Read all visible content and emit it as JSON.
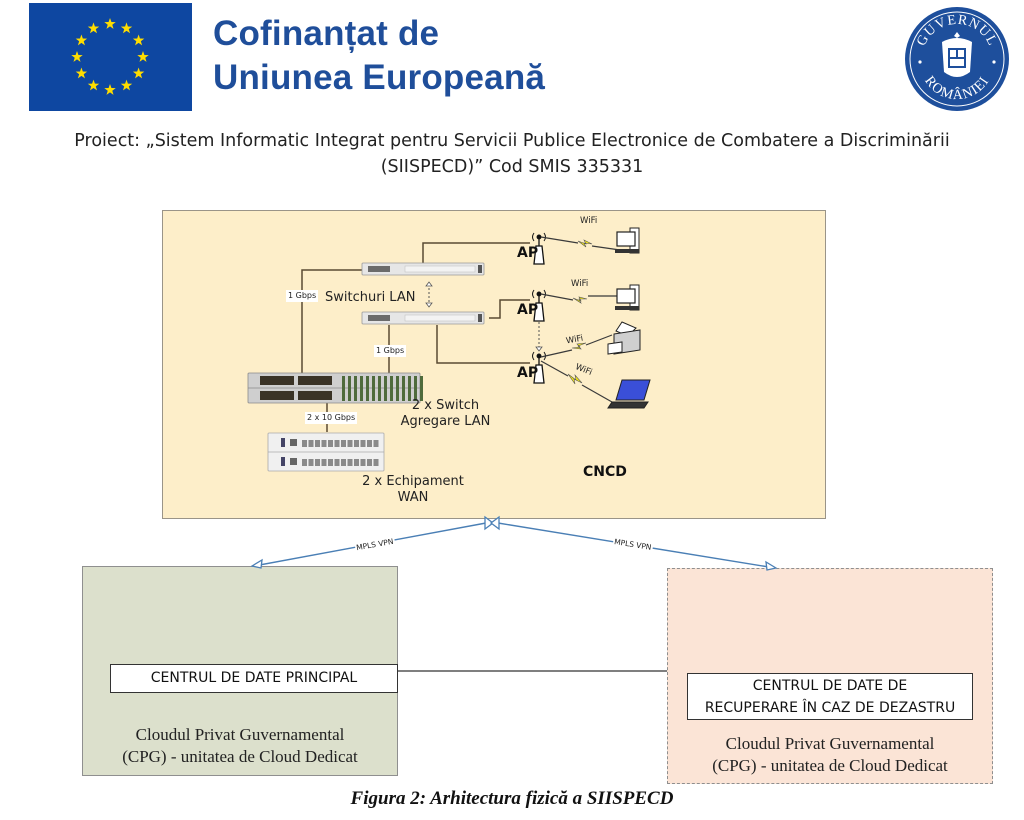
{
  "header": {
    "eu_logo": {
      "icon": "eu-flag-icon",
      "colors": {
        "background": "#0e47a1",
        "stars": "#ffdd00"
      }
    },
    "cofinanced_line1": "Cofinanțat de",
    "cofinanced_line2": "Uniunea Europeană",
    "gov_logo": {
      "icon": "romanian-government-seal-icon",
      "text_top": "GUVERNUL",
      "text_bottom": "ROMÂNIEI",
      "color": "#1e4f9c"
    },
    "project_line1": "Proiect: „Sistem Informatic Integrat pentru Servicii Publice Electronice de Combatere a Discriminării",
    "project_line2": "(SIISPECD)” Cod SMIS 335331"
  },
  "diagram": {
    "cncd": {
      "label": "CNCD",
      "lan_switches_label": "Switchuri LAN",
      "aggregation_label_line1": "2 x  Switch",
      "aggregation_label_line2": "Agregare LAN",
      "wan_label_line1": "2 x Echipament",
      "wan_label_line2": "WAN",
      "links": {
        "uplink_left": "1 Gbps",
        "uplink_center": "1 Gbps",
        "wan_link": "2 x 10 Gbps"
      },
      "access_points": [
        {
          "label": "AP",
          "wifi": [
            "WiFi"
          ],
          "clients": [
            "desktop-computer"
          ]
        },
        {
          "label": "AP",
          "wifi": [
            "WiFi"
          ],
          "clients": [
            "desktop-computer"
          ]
        },
        {
          "label": "AP",
          "wifi": [
            "WiFi",
            "WiFi"
          ],
          "clients": [
            "printer",
            "laptop"
          ]
        }
      ]
    },
    "vpn_links": [
      {
        "label": "MPLS VPN",
        "to": "CENTRUL DE DATE PRINCIPAL"
      },
      {
        "label": "MPLS VPN",
        "to": "CENTRUL DE DATE DE RECUPERARE ÎN CAZ DE DEZASTRU"
      }
    ],
    "primary_dc": {
      "title": "CENTRUL DE DATE PRINCIPAL",
      "desc_line1": "Cloudul Privat Guvernamental",
      "desc_line2": "(CPG) - unitatea de Cloud Dedicat",
      "color": "#dce0cc"
    },
    "dr_dc": {
      "title_line1": "CENTRUL DE DATE DE",
      "title_line2": "RECUPERARE ÎN CAZ DE DEZASTRU",
      "desc_line1": "Cloudul Privat Guvernamental",
      "desc_line2": "(CPG) - unitatea de Cloud Dedicat",
      "color": "#fbe4d6"
    },
    "colors": {
      "cncd_background": "#fdeec9",
      "vpn_line": "#4a7fb5",
      "wifi_bolt": "#f2e61a"
    }
  },
  "caption": "Figura 2: Arhitectura fizică a SIISPECD"
}
